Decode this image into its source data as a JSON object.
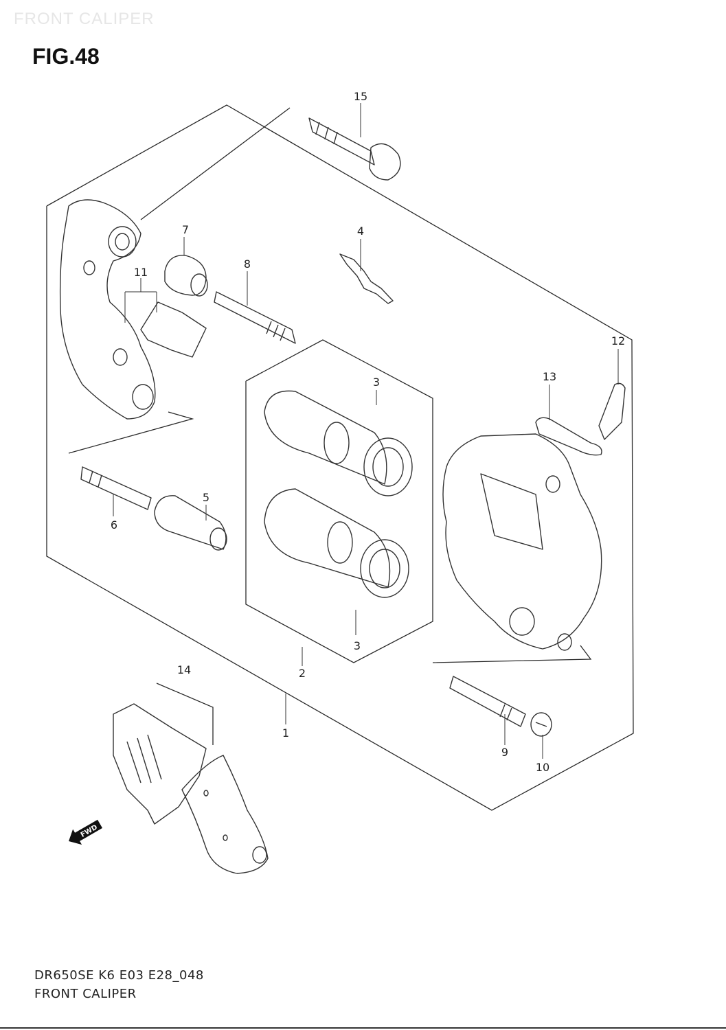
{
  "header": {
    "watermark_title": "FRONT CALIPER"
  },
  "figure": {
    "label": "FIG.48"
  },
  "callouts": {
    "c1": "1",
    "c2": "2",
    "c3a": "3",
    "c3b": "3",
    "c4": "4",
    "c5": "5",
    "c6": "6",
    "c7": "7",
    "c8": "8",
    "c9": "9",
    "c10": "10",
    "c11": "11",
    "c12": "12",
    "c13": "13",
    "c14": "14",
    "c15": "15"
  },
  "badge": {
    "fwd": "FWD"
  },
  "footer": {
    "code": "DR650SE K6 E03 E28_048",
    "title": "FRONT CALIPER"
  }
}
